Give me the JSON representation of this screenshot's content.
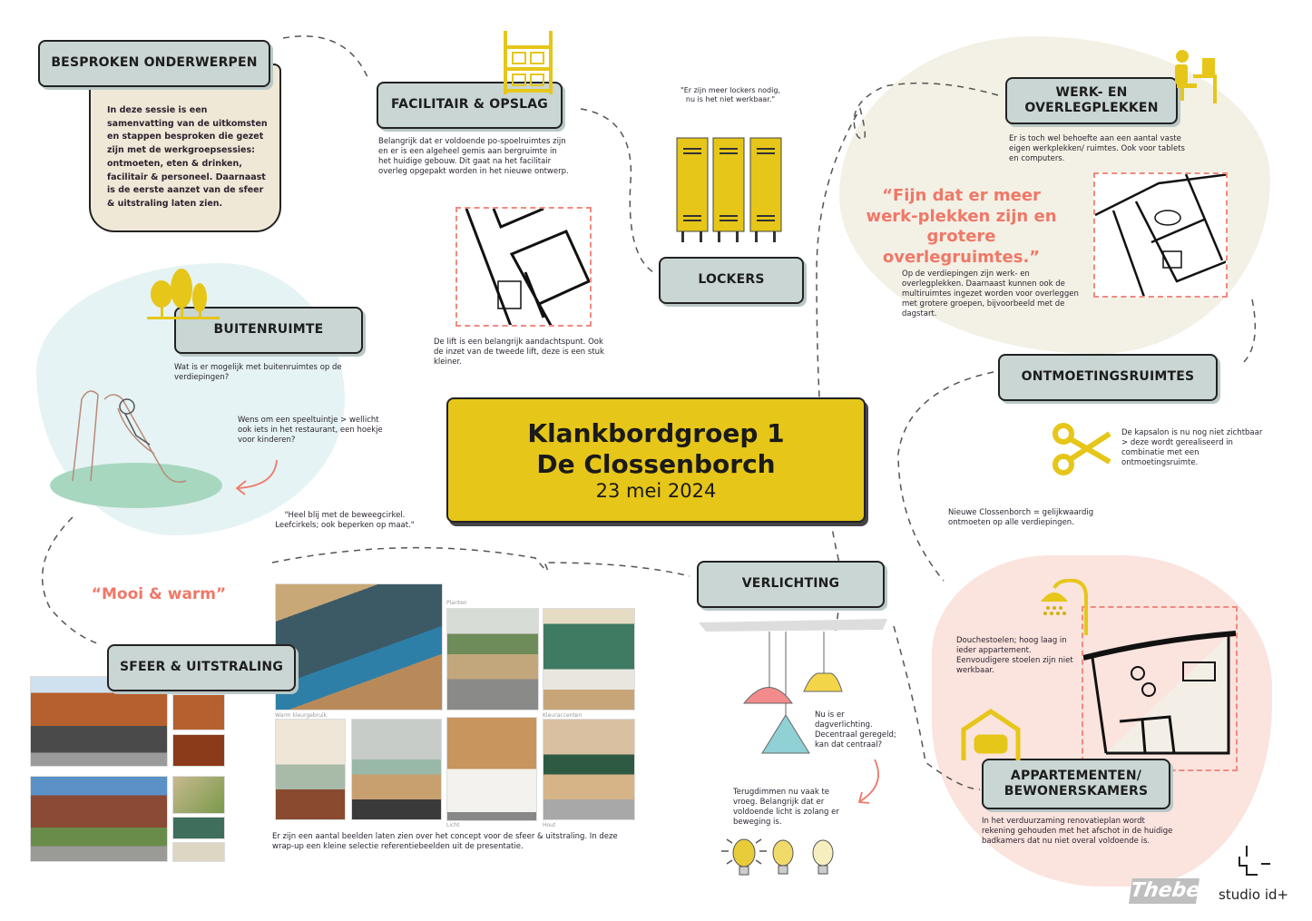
{
  "title": {
    "line1": "Klankbordgroep 1",
    "line2": "De Clossenborch",
    "date": "23 mei 2024"
  },
  "colors": {
    "accent_yellow": "#e6c619",
    "header_bg": "#c9d6d4",
    "quote_pink": "#ef7868",
    "beige": "#efe8d6",
    "pink_blob": "#fbe3de",
    "blue_blob": "#e6f3f4"
  },
  "sections": {
    "besproken": {
      "title": "BESPROKEN ONDERWERPEN",
      "text": "In deze sessie is een samenvatting van de uitkomsten en stappen besproken die gezet zijn met de werkgroepsessies: ontmoeten, eten & drinken, facilitair & personeel. Daarnaast is de eerste aanzet van de sfeer & uitstraling laten zien."
    },
    "facilitair": {
      "title": "FACILITAIR & OPSLAG",
      "text": "Belangrijk dat er voldoende po-spoelruimtes zijn en er is een algeheel gemis aan bergruimte in het huidige gebouw. Dit gaat na het facilitair overleg opgepakt worden in het nieuwe ontwerp.",
      "plan_caption": "De lift is een belangrijk aandachtspunt. Ook de inzet van de tweede lift, deze is een stuk kleiner."
    },
    "lockers": {
      "title": "LOCKERS",
      "quote": "\"Er zijn meer lockers nodig, nu is het niet werkbaar.\""
    },
    "werk": {
      "title": "WERK- EN OVERLEGPLEKKEN",
      "text": "Er is toch wel behoefte aan een aantal vaste eigen werkplekken/ ruimtes. Ook voor tablets en computers.",
      "quote": "“Fijn dat er meer werk-plekken zijn en grotere overlegruimtes.”",
      "text2": "Op de verdiepingen zijn werk- en overlegplekken. Daarnaast kunnen ook de multiruimtes ingezet worden voor overleggen met grotere groepen, bijvoorbeeld met de dagstart."
    },
    "buitenruimte": {
      "title": "BUITENRUIMTE",
      "text": "Wat is er mogelijk met buitenruimtes op de verdiepingen?",
      "text2": "Wens om een speeltuintje > wellicht ook iets in het restaurant, een hoekje voor kinderen?"
    },
    "beweegcirkel_quote": "\"Heel blij met de beweegcirkel. Leefcirkels; ook beperken op maat.\"",
    "ontmoeting": {
      "title": "ONTMOETINGSRUIMTES",
      "text": "De kapsalon is nu nog niet zichtbaar > deze wordt gerealiseerd in combinatie met een ontmoetingsruimte.",
      "text2": "Nieuwe Clossenborch = gelijkwaardig ontmoeten op alle verdiepingen."
    },
    "sfeer": {
      "title": "SFEER & UITSTRALING",
      "quote": "“Mooi & warm”",
      "text": "Er zijn een aantal beelden laten zien over het concept voor de sfeer & uitstraling. In deze wrap-up een kleine selectie referentiebeelden uit de presentatie.",
      "photo_captions": [
        "Planten",
        "Warm kleurgebruik",
        "Kleuraccenten",
        "Licht",
        "Hout"
      ],
      "swatches": [
        "#b5602e",
        "#8b3a1a",
        "#3f6e5c",
        "#ddd6c4"
      ]
    },
    "verlichting": {
      "title": "VERLICHTING",
      "text": "Nu is er dagverlichting. Decentraal geregeld; kan dat centraal?",
      "text2": "Terugdimmen nu vaak te vroeg. Belangrijk dat er voldoende licht is zolang er beweging is."
    },
    "appartementen": {
      "title": "APPARTEMENTEN/ BEWONERSKAMERS",
      "text": "Douchestoelen; hoog laag in ieder appartement. Eenvoudigere stoelen zijn niet werkbaar.",
      "text2": "In het verduurzaming renovatieplan wordt rekening gehouden met het afschot in de huidige badkamers dat nu niet overal voldoende is."
    }
  },
  "logos": {
    "thebe": "Thebe",
    "studio": "studio id+"
  }
}
